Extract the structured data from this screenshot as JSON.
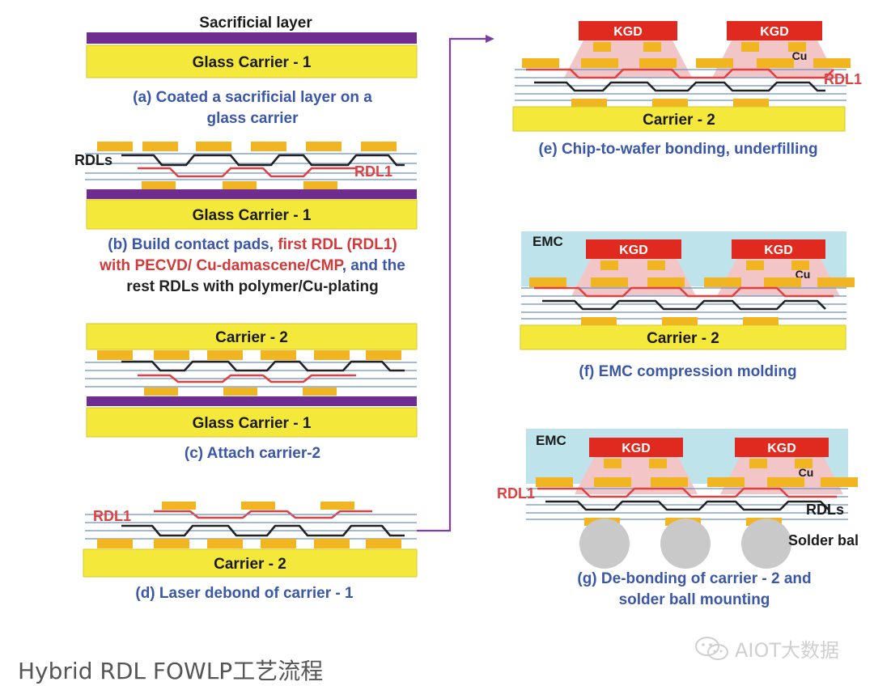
{
  "panels": {
    "a": {
      "top_label": "Sacrificial layer",
      "carrier": "Glass Carrier - 1",
      "caption": [
        "(a) Coated a sacrificial layer on a",
        "glass carrier"
      ]
    },
    "b": {
      "rdls_label": "RDLs",
      "rdl1_label": "RDL1",
      "carrier": "Glass Carrier - 1",
      "caption_line1": [
        {
          "text": "(b) Build contact pads, ",
          "color": "#3b57a8"
        },
        {
          "text": "first RDL (RDL1)",
          "color": "#d23a3a"
        }
      ],
      "caption_line2": [
        {
          "text": "with PECVD/ Cu-damascene/CMP",
          "color": "#d23a3a"
        },
        {
          "text": ", and the",
          "color": "#3b57a8"
        }
      ],
      "caption_line3": [
        {
          "text": "rest RDLs with polymer/Cu-plating",
          "color": "#222222"
        }
      ]
    },
    "c": {
      "top_carrier": "Carrier - 2",
      "bottom_carrier": "Glass Carrier - 1",
      "caption": "(c) Attach carrier-2"
    },
    "d": {
      "rdl1_label": "RDL1",
      "carrier": "Carrier - 2",
      "caption": "(d) Laser debond of carrier - 1"
    },
    "e": {
      "die_label": "KGD",
      "cu_label": "Cu",
      "rdl1_label": "RDL1",
      "carrier": "Carrier - 2",
      "caption": "(e) Chip-to-wafer bonding, underfilling"
    },
    "f": {
      "emc_label": "EMC",
      "die_label": "KGD",
      "cu_label": "Cu",
      "carrier": "Carrier - 2",
      "caption": "(f) EMC compression molding"
    },
    "g": {
      "emc_label": "EMC",
      "die_label": "KGD",
      "cu_label": "Cu",
      "rdl1_label": "RDL1",
      "rdls_label": "RDLs",
      "solder_label": "Solder bal",
      "caption": [
        "(g) De-bonding of carrier - 2 and",
        "solder ball mounting"
      ]
    }
  },
  "footer_title": "Hybrid RDL FOWLP工艺流程",
  "watermark": "AIOT大数据",
  "colors": {
    "carrier": "#f4e83a",
    "carrier_border": "#d8c62a",
    "sacrificial": "#6e2d8f",
    "pad": "#f0b521",
    "rdl_black": "#222222",
    "rdl_red": "#e04040",
    "rdl_blue": "#6b8fc8",
    "die": "#e02a1f",
    "underfill": "#f2c6c6",
    "emc": "#bfe3ea",
    "solder": "#c9c9c9",
    "arrow": "#7b3fa6",
    "caption_blue": "#3b57a8",
    "caption_red": "#d23a3a"
  }
}
